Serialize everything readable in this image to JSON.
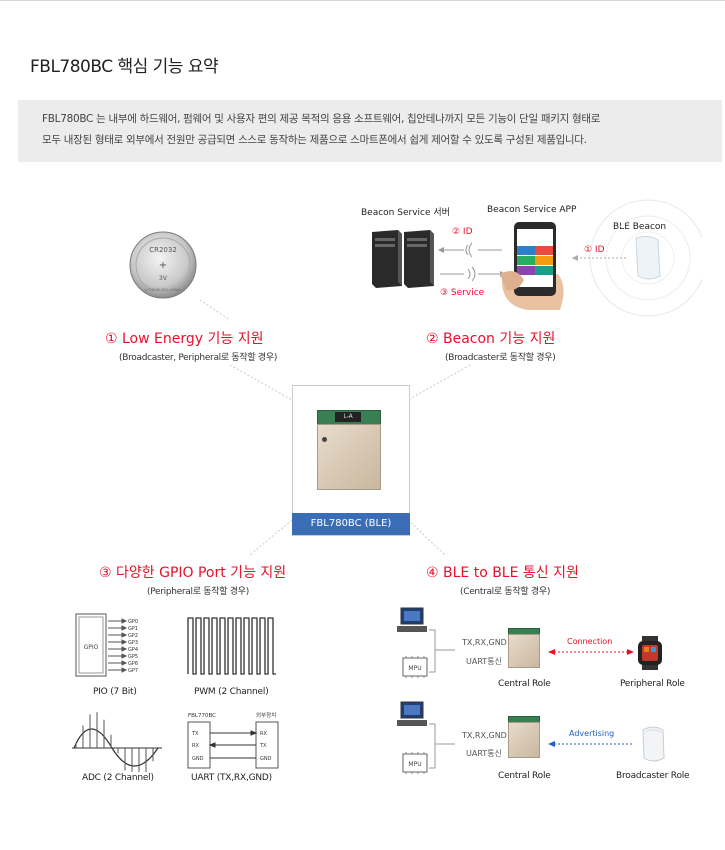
{
  "title": "FBL780BC 핵심 기능 요약",
  "summary": {
    "line1": "FBL780BC 는 내부에 하드웨어, 펌웨어 및 사용자 편의 제공 목적의 응용 소프트웨어, 칩안테나까지 모든 기능이 단일 패키지 형태로",
    "line2": "모두 내장된 형태로 외부에서 전원만 공급되면 스스로 동작하는 제품으로 스마트폰에서 쉽게 제어할 수 있도록 구성된 제품입니다."
  },
  "battery": {
    "model": "CR2032",
    "voltage": "3V",
    "plus": "+",
    "rim": "LITHIUM CELL JAPAN"
  },
  "beacon_diagram": {
    "server_label": "Beacon Service 서버",
    "app_label": "Beacon Service APP",
    "beacon_label": "BLE Beacon",
    "id_step2": "② ID",
    "service_step3": "③ Service",
    "id_step1": "① ID"
  },
  "sections": {
    "low_energy": {
      "title": "① Low Energy 기능 지원",
      "sub": "(Broadcaster, Peripheral로 동작할 경우)"
    },
    "beacon": {
      "title": "② Beacon 기능 지원",
      "sub": "(Broadcaster로 동작할 경우)"
    },
    "gpio": {
      "title": "③ 다양한 GPIO Port 기능 지원",
      "sub": "(Peripheral로 동작할 경우)"
    },
    "ble2ble": {
      "title": "④ BLE to BLE 통신 지원",
      "sub": "(Central로 동작할 경우)"
    }
  },
  "module": {
    "label": "FBL780BC (BLE)",
    "chip_text": "L-A"
  },
  "gpio_block": {
    "box_label": "GPIO",
    "pins": [
      "GP0",
      "GP1",
      "GP2",
      "GP3",
      "GP4",
      "GP5",
      "GP6",
      "GP7"
    ],
    "pio_caption": "PIO (7 Bit)",
    "pwm_caption": "PWM (2 Channel)",
    "adc_caption": "ADC (2 Channel)",
    "uart_caption": "UART (TX,RX,GND)"
  },
  "uart_diagram": {
    "left_title": "FBL770BC",
    "right_title": "외부장치",
    "left_pins": [
      "TX",
      "RX",
      "GND"
    ],
    "right_pins": [
      "RX",
      "TX",
      "GND"
    ]
  },
  "ble_block": {
    "mpu_label": "MPU",
    "wire_label": "TX,RX,GND",
    "uart_label": "UART통신",
    "central_role": "Central Role",
    "connection": "Connection",
    "peripheral_role": "Peripheral Role",
    "advertising": "Advertising",
    "broadcaster_role": "Broadcaster Role"
  },
  "colors": {
    "accent_red": "#e8102a",
    "module_blue": "#3a6db5",
    "summary_bg": "#ececec",
    "advertising_blue": "#1f5fbf"
  }
}
